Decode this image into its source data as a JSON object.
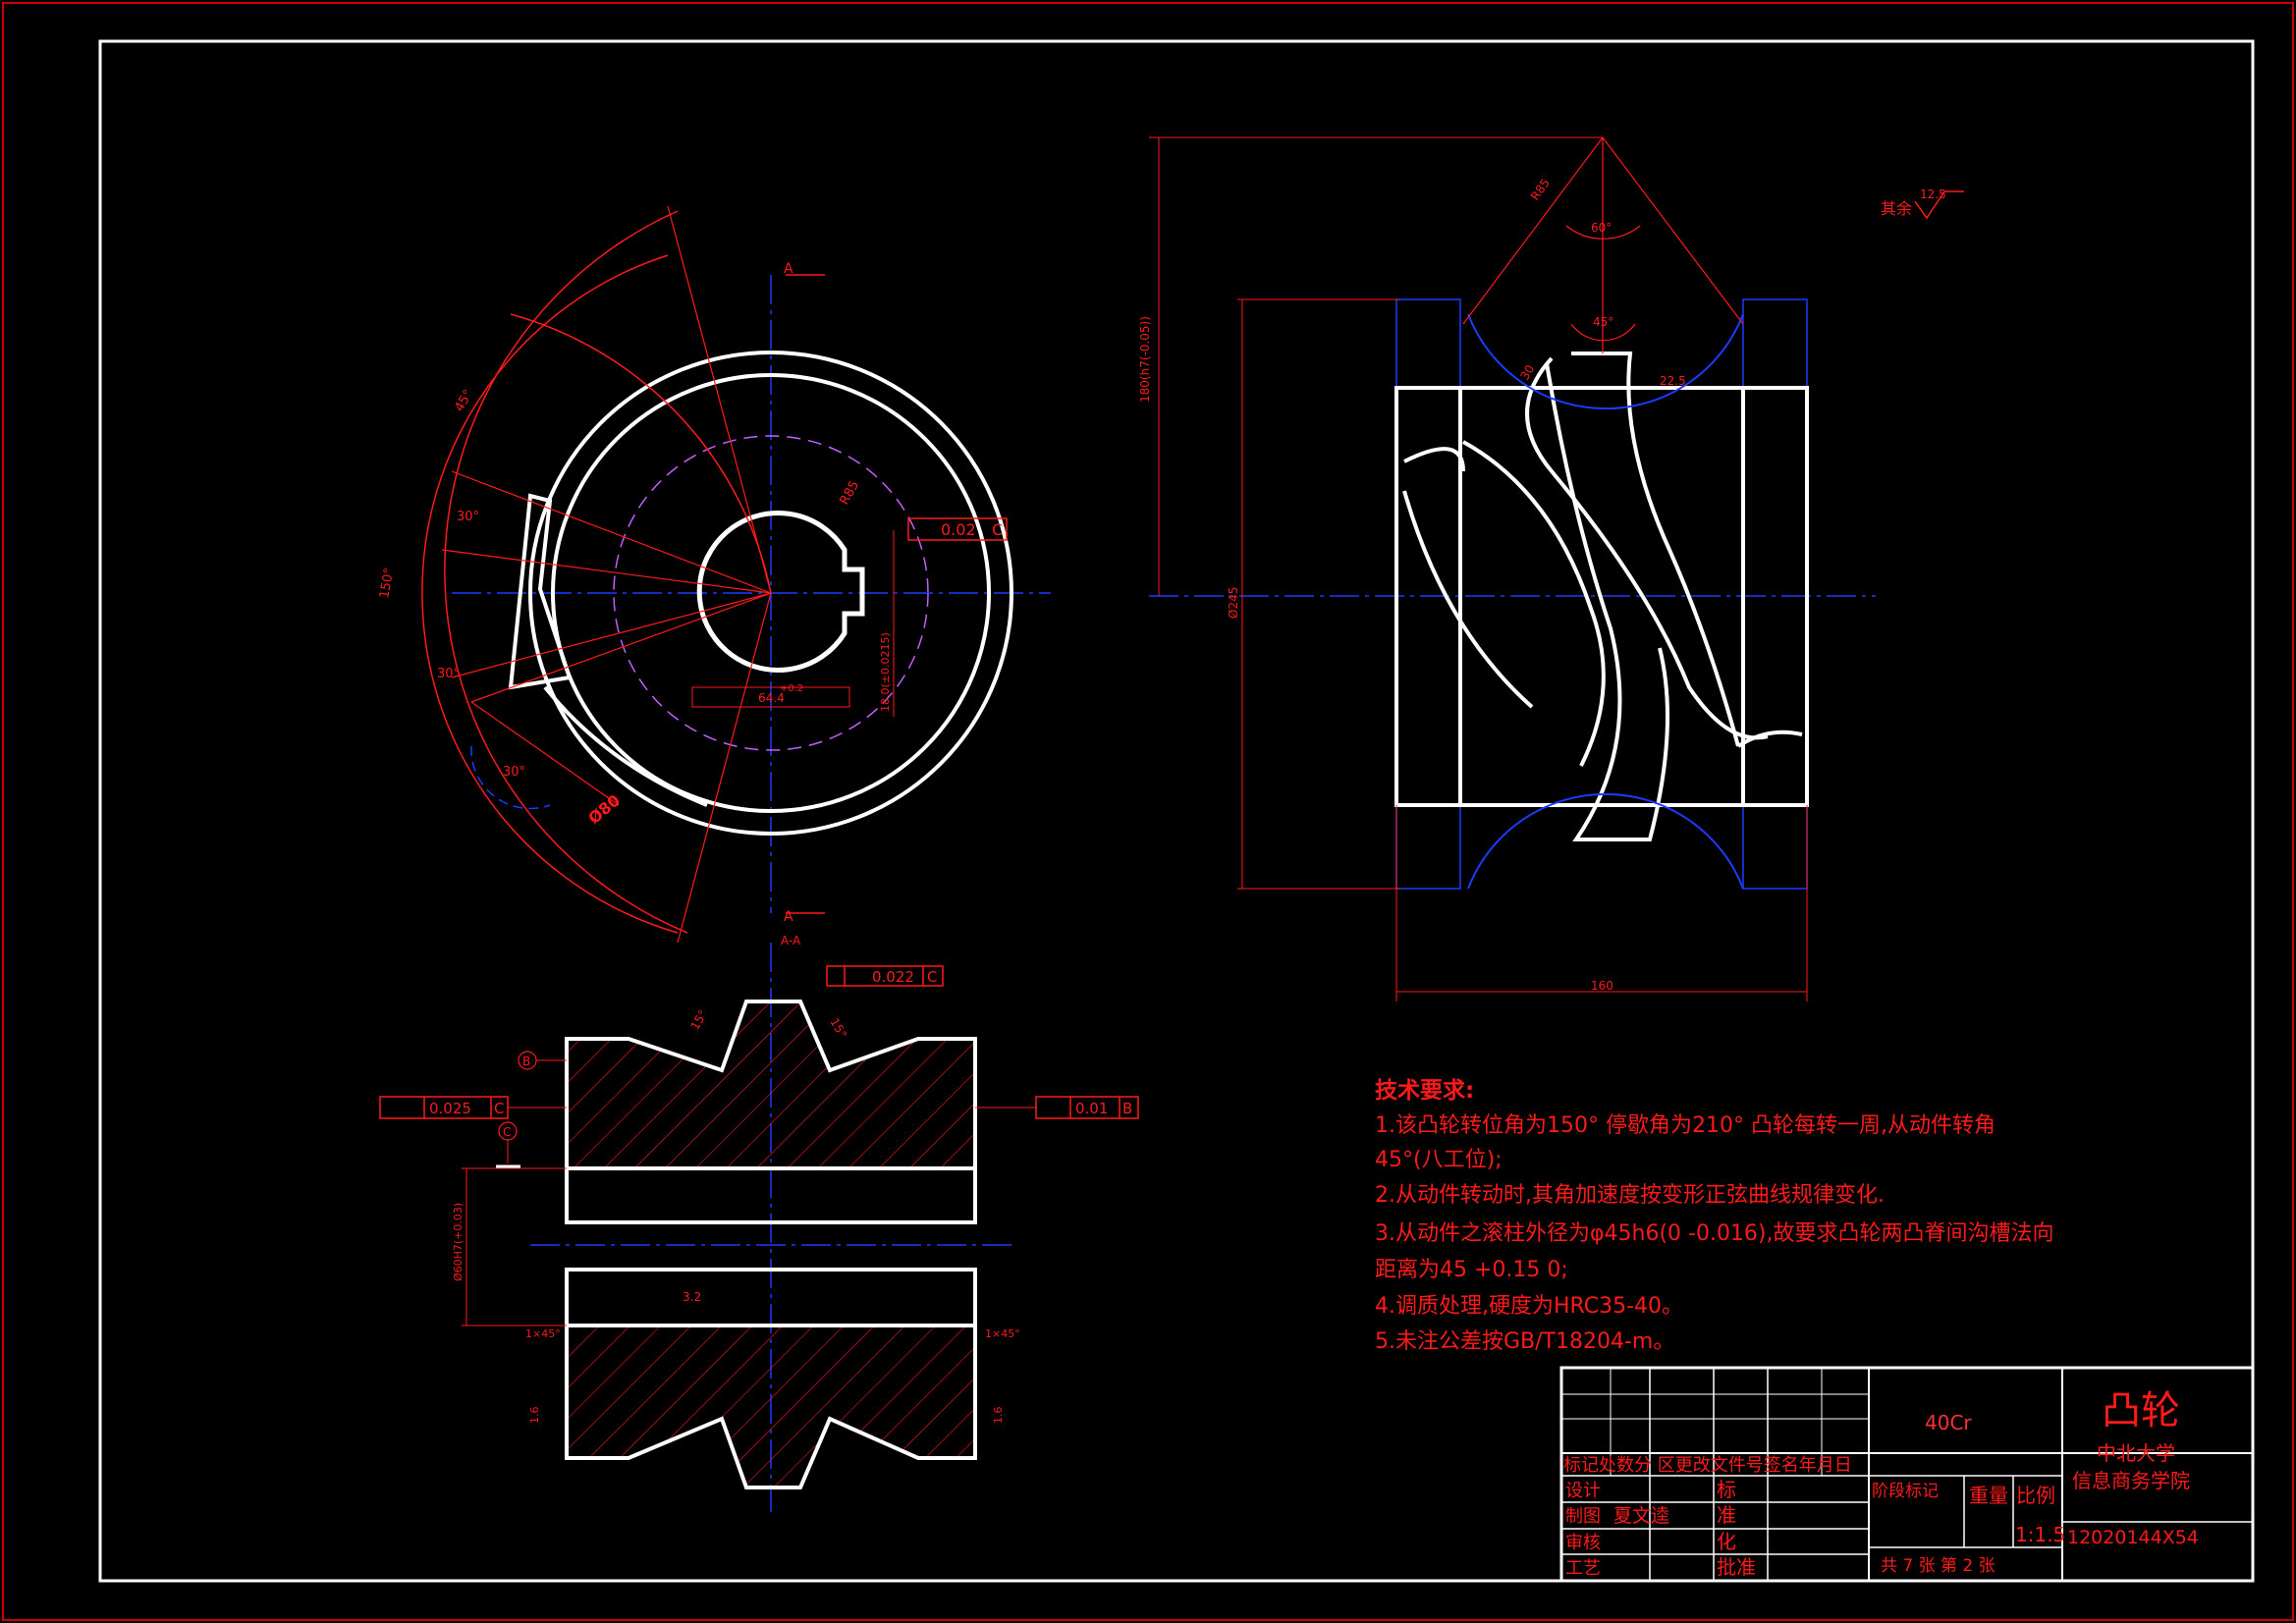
{
  "colors": {
    "background": "#000000",
    "outline": "#ffffff",
    "dimension": "#ff1a1a",
    "centerline": "#1a3cff",
    "pitch_circle": "#c060ff",
    "frame": "#ffffff",
    "border": "#cc0000"
  },
  "views": {
    "section_marker_top": "A",
    "section_marker_bottom": "A",
    "section_title": "A-A",
    "datum_b": "B",
    "datum_c": "C"
  },
  "dimensions": {
    "front": {
      "arc_outer": "45°",
      "arc_mid": "30°",
      "arc_150": "150°",
      "arc_lower": "30°",
      "arc_bottom": "30°",
      "dia_small": "Ø80",
      "r_inner": "R85",
      "keyway_width": "64.4",
      "keyway_tol": "+0.2",
      "keyway_depth": "18.0(±0.0215)"
    },
    "side": {
      "height": "Ø245",
      "top_height": "180(h7(-0.05))",
      "r_groove": "R85",
      "angle_outer": "60°",
      "angle_inner": "45°",
      "side_30": "30",
      "side_22": "22.5",
      "width": "160"
    },
    "section": {
      "angle_left": "15°",
      "angle_right": "15°",
      "bore": "Ø60H7(+0.03)",
      "roughness_mid": "3.2",
      "chamfer_left": "1×45°",
      "chamfer_right": "1×45°",
      "roughness_left": "1.6",
      "roughness_right": "1.6"
    }
  },
  "tolerances": {
    "runout_top": "0.02",
    "runout_top_datum": "C",
    "runout_section": "0.022",
    "runout_section_datum": "C",
    "left": "0.025",
    "left_datum": "C",
    "right": "0.01",
    "right_datum": "B"
  },
  "roughness_note": {
    "label": "其余",
    "value": "12.5"
  },
  "tech": {
    "title": "技术要求:",
    "line1": "1.该凸轮转位角为150° 停歇角为210° 凸轮每转一周,从动件转角",
    "line1b": "45°(八工位);",
    "line2": "2.从动件转动时,其角加速度按变形正弦曲线规律变化.",
    "line3": "3.从动件之滚柱外径为φ45h6(0 -0.016),故要求凸轮两凸脊间沟槽法向",
    "line3b": "距离为45 +0.15 0;",
    "line4": "4.调质处理,硬度为HRC35-40。",
    "line5": "5.未注公差按GB/T18204-m。"
  },
  "title_block": {
    "material": "40Cr",
    "part_name": "凸轮",
    "school": "中北大学",
    "college": "信息商务学院",
    "drawing_no": "12020144X54",
    "header": "标记处数分 区更改文件号签名年月日",
    "row_design": "设计",
    "row_draw": "制图",
    "drawer_name": "夏文逵",
    "row_check": "审核",
    "row_process": "工艺",
    "std": "标",
    "std2": "准",
    "std3": "化",
    "approve": "批准",
    "stage": "阶段标记",
    "weight": "重量",
    "ratio_label": "比例",
    "scale": "1:1.5",
    "sheets": "共 7 张 第 2 张"
  }
}
